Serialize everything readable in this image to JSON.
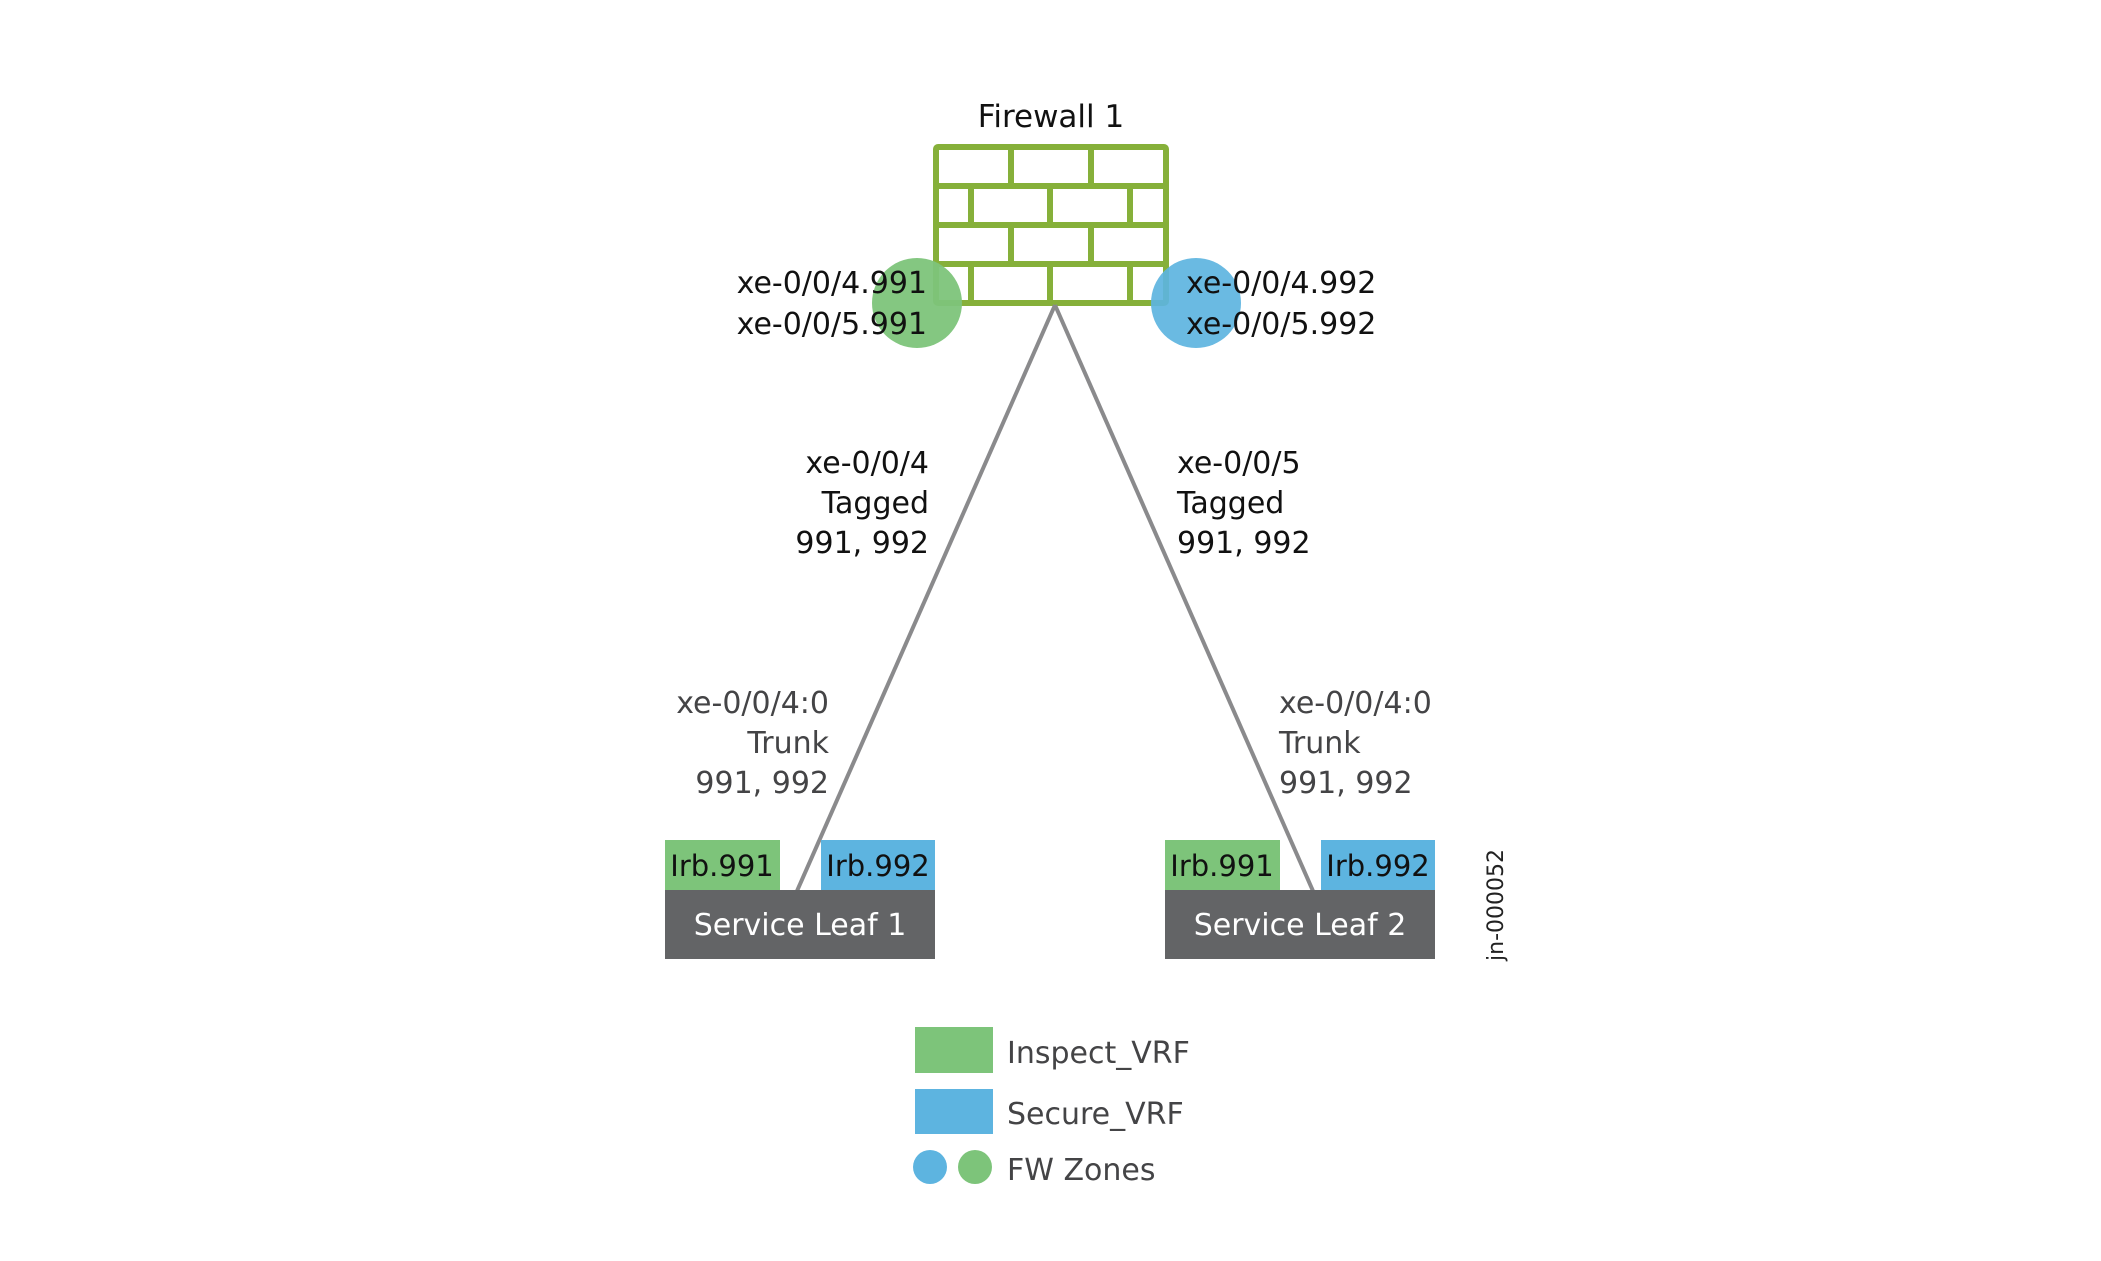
{
  "colors": {
    "inspect_green": "#7dc47a",
    "secure_blue": "#5db4e0",
    "firewall_green": "#86b03a",
    "leaf_gray": "#636466",
    "link_gray": "#8a8a8c"
  },
  "firewall": {
    "name": "Firewall 1",
    "icon": "firewall-brick-wall-icon",
    "zones": [
      {
        "zone": "Inspect_VRF",
        "color": "green",
        "interfaces": [
          "xe-0/0/4.991",
          "xe-0/0/5.991"
        ]
      },
      {
        "zone": "Secure_VRF",
        "color": "blue",
        "interfaces": [
          "xe-0/0/4.992",
          "xe-0/0/5.992"
        ]
      }
    ]
  },
  "links": [
    {
      "firewall_side": {
        "interface": "xe-0/0/4",
        "mode": "Tagged",
        "vlans": "991, 992"
      },
      "leaf_side": {
        "interface": "xe-0/0/4:0",
        "mode": "Trunk",
        "vlans": "991, 992"
      }
    },
    {
      "firewall_side": {
        "interface": "xe-0/0/5",
        "mode": "Tagged",
        "vlans": "991, 992"
      },
      "leaf_side": {
        "interface": "xe-0/0/4:0",
        "mode": "Trunk",
        "vlans": "991, 992"
      }
    }
  ],
  "leaves": [
    {
      "name": "Service Leaf 1",
      "irbs": [
        "Irb.991",
        "Irb.992"
      ]
    },
    {
      "name": "Service Leaf 2",
      "irbs": [
        "Irb.991",
        "Irb.992"
      ]
    }
  ],
  "figure_id": "jn-000052",
  "legend": [
    {
      "label": "Inspect_VRF",
      "symbol": "green-square"
    },
    {
      "label": "Secure_VRF",
      "symbol": "blue-square"
    },
    {
      "label": "FW Zones",
      "symbol": "blue-green-circles"
    }
  ]
}
